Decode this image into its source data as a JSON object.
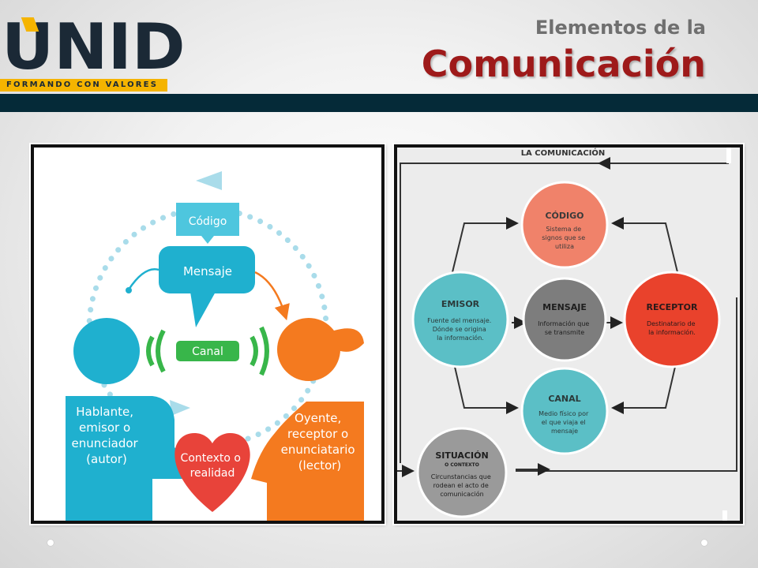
{
  "logo": {
    "text": "UNID",
    "tagline": "FORMANDO CON VALORES"
  },
  "title": {
    "line1": "Elementos de la",
    "line2": "Comunicación"
  },
  "left_diagram": {
    "codigo": "Código",
    "mensaje": "Mensaje",
    "canal": "Canal",
    "hablante": [
      "Hablante,",
      "emisor o",
      "enunciador",
      "(autor)"
    ],
    "oyente": [
      "Oyente,",
      "receptor o",
      "enunciatario",
      "(lector)"
    ],
    "contexto": [
      "Contexto o",
      "realidad"
    ]
  },
  "right_diagram": {
    "title": "LA COMUNICACIÓN",
    "codigo": {
      "title": "CÓDIGO",
      "lines": [
        "Sistema de",
        "signos que se",
        "utiliza"
      ]
    },
    "emisor": {
      "title": "EMISOR",
      "lines": [
        "Fuente del mensaje.",
        "Dónde se origina",
        "la información."
      ]
    },
    "mensaje": {
      "title": "MENSAJE",
      "lines": [
        "Información que",
        "se transmite"
      ]
    },
    "receptor": {
      "title": "RECEPTOR",
      "lines": [
        "Destinatario de",
        "la información."
      ]
    },
    "canal": {
      "title": "CANAL",
      "lines": [
        "Medio físico por",
        "el que viaja el",
        "mensaje"
      ]
    },
    "situacion": {
      "title": "SITUACIÓN",
      "subtitle": "O CONTEXTO",
      "lines": [
        "Circunstancias que",
        "rodean el acto de",
        "comunicación"
      ]
    }
  },
  "colors": {
    "navy_bar": "#052a38",
    "brand_yellow": "#f5b400",
    "title_red": "#9e1a1a",
    "cyan": "#1fb0cf",
    "orange": "#f47a1f",
    "green": "#38b64a",
    "heart_red": "#e8433a",
    "salmon": "#f0826a",
    "teal": "#5bbfc6",
    "gray_node": "#7d7d7d",
    "red_node": "#e9422c"
  }
}
